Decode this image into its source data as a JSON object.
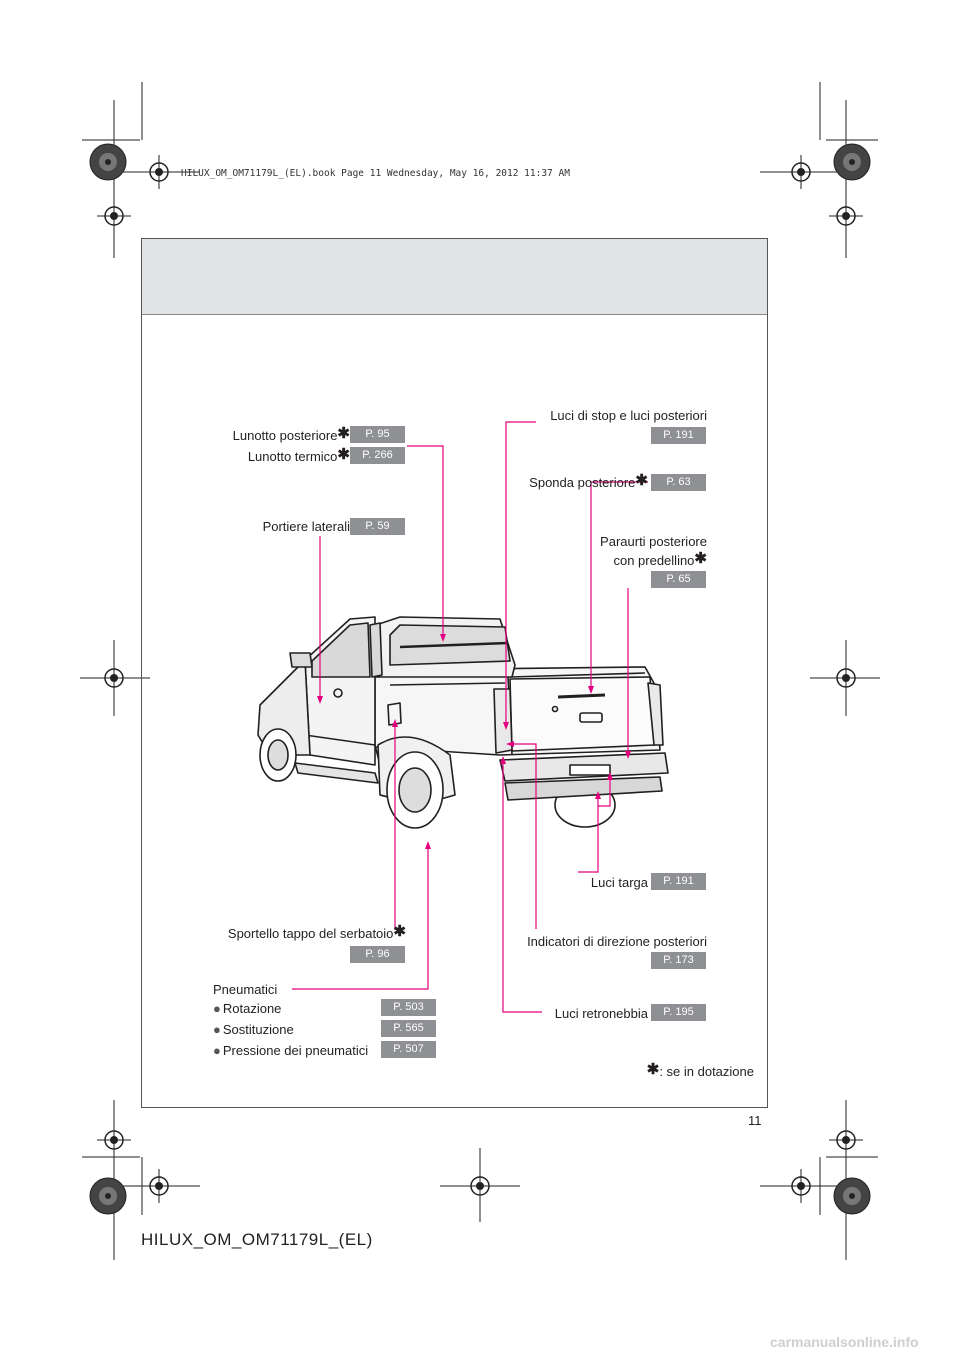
{
  "header_text": "HILUX_OM_OM71179L_(EL).book  Page 11  Wednesday, May 16, 2012  11:37 AM",
  "page_number": "11",
  "footer_text": "HILUX_OM_OM71179L_(EL)",
  "watermark": "carmanualsonline.info",
  "footnote": ": se in dotazione",
  "labels": {
    "lunotto_posteriore": {
      "text": "Lunotto posteriore",
      "page": "P. 95"
    },
    "lunotto_termico": {
      "text": "Lunotto termico",
      "page": "P. 266"
    },
    "portiere_laterali": {
      "text": "Portiere laterali",
      "page": "P. 59"
    },
    "luci_stop": {
      "text": "Luci di stop e luci posteriori",
      "page": "P. 191"
    },
    "sponda_posteriore": {
      "text": "Sponda posteriore",
      "page": "P. 63"
    },
    "paraurti_line1": "Paraurti posteriore",
    "paraurti_line2": "con predellino",
    "paraurti_page": "P. 65",
    "luci_targa": {
      "text": "Luci targa",
      "page": "P. 191"
    },
    "sportello": {
      "text": "Sportello tappo del serbatoio",
      "page": "P. 96"
    },
    "indicatori": {
      "text": "Indicatori di direzione posteriori",
      "page": "P. 173"
    },
    "pneumatici": "Pneumatici",
    "rotazione": {
      "text": "Rotazione",
      "page": "P. 503"
    },
    "sostituzione": {
      "text": "Sostituzione",
      "page": "P. 565"
    },
    "pressione": {
      "text": "Pressione dei pneumatici",
      "page": "P. 507"
    },
    "luci_retronebbia": {
      "text": "Luci retronebbia",
      "page": "P. 195"
    }
  },
  "colors": {
    "leader": "#e4007f",
    "page_box": "#8e9093",
    "band": "#e2e3e4"
  }
}
